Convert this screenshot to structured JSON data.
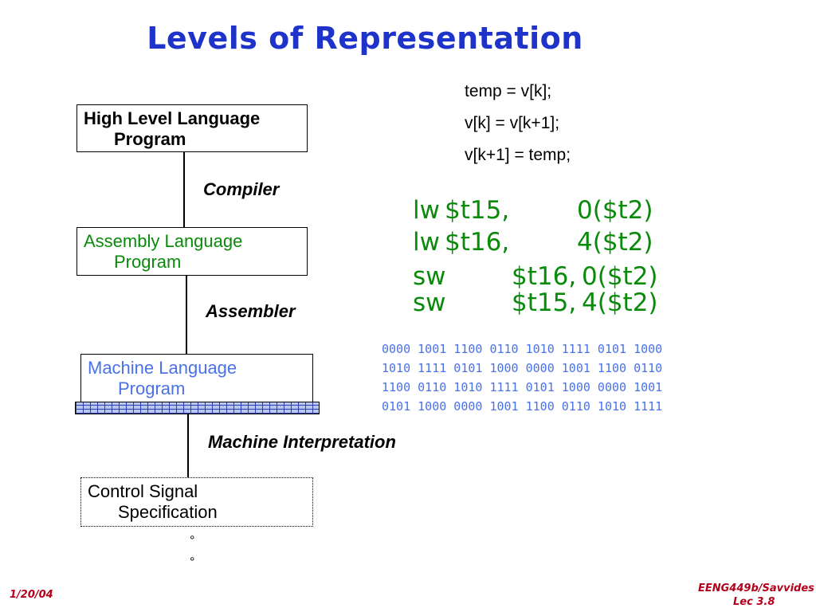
{
  "slide": {
    "title": "Levels of Representation",
    "boxes": {
      "hll": {
        "line1": "High Level Language",
        "line2": "Program"
      },
      "asm": {
        "line1": "Assembly  Language",
        "line2": "Program"
      },
      "ml": {
        "line1": "Machine  Language",
        "line2": "Program"
      },
      "csp": {
        "line1": "Control Signal",
        "line2": "Specification"
      }
    },
    "labels": {
      "compiler": "Compiler",
      "assembler": "Assembler",
      "interpretation": "Machine Interpretation"
    },
    "high_level_code": [
      "temp = v[k];",
      "v[k] = v[k+1];",
      "v[k+1] = temp;"
    ],
    "assembly_code": [
      {
        "op": "lw",
        "reg": "$t15,",
        "addr": "0($t2)"
      },
      {
        "op": "lw",
        "reg": "$t16,",
        "addr": "4($t2)"
      },
      {
        "op": "sw",
        "reg": "$t16,",
        "addr": "0($t2)"
      },
      {
        "op": "sw",
        "reg": "$t15,",
        "addr": "4($t2)"
      }
    ],
    "machine_code": [
      "0000 1001 1100 0110 1010 1111 0101 1000",
      "1010 1111 0101 1000 0000 1001 1100 0110",
      "1100 0110 1010 1111 0101 1000 0000 1001",
      "0101 1000 0000 1001 1100 0110 1010 1111"
    ],
    "bullets": [
      "°",
      "°"
    ],
    "footer": {
      "date": "1/20/04",
      "course": "EENG449b/Savvides",
      "lecture": "Lec 3.8"
    },
    "colors": {
      "title": "#1d33c9",
      "assembly": "#0a8a0a",
      "machine": "#4a72e8",
      "footer": "#b3001b"
    }
  }
}
